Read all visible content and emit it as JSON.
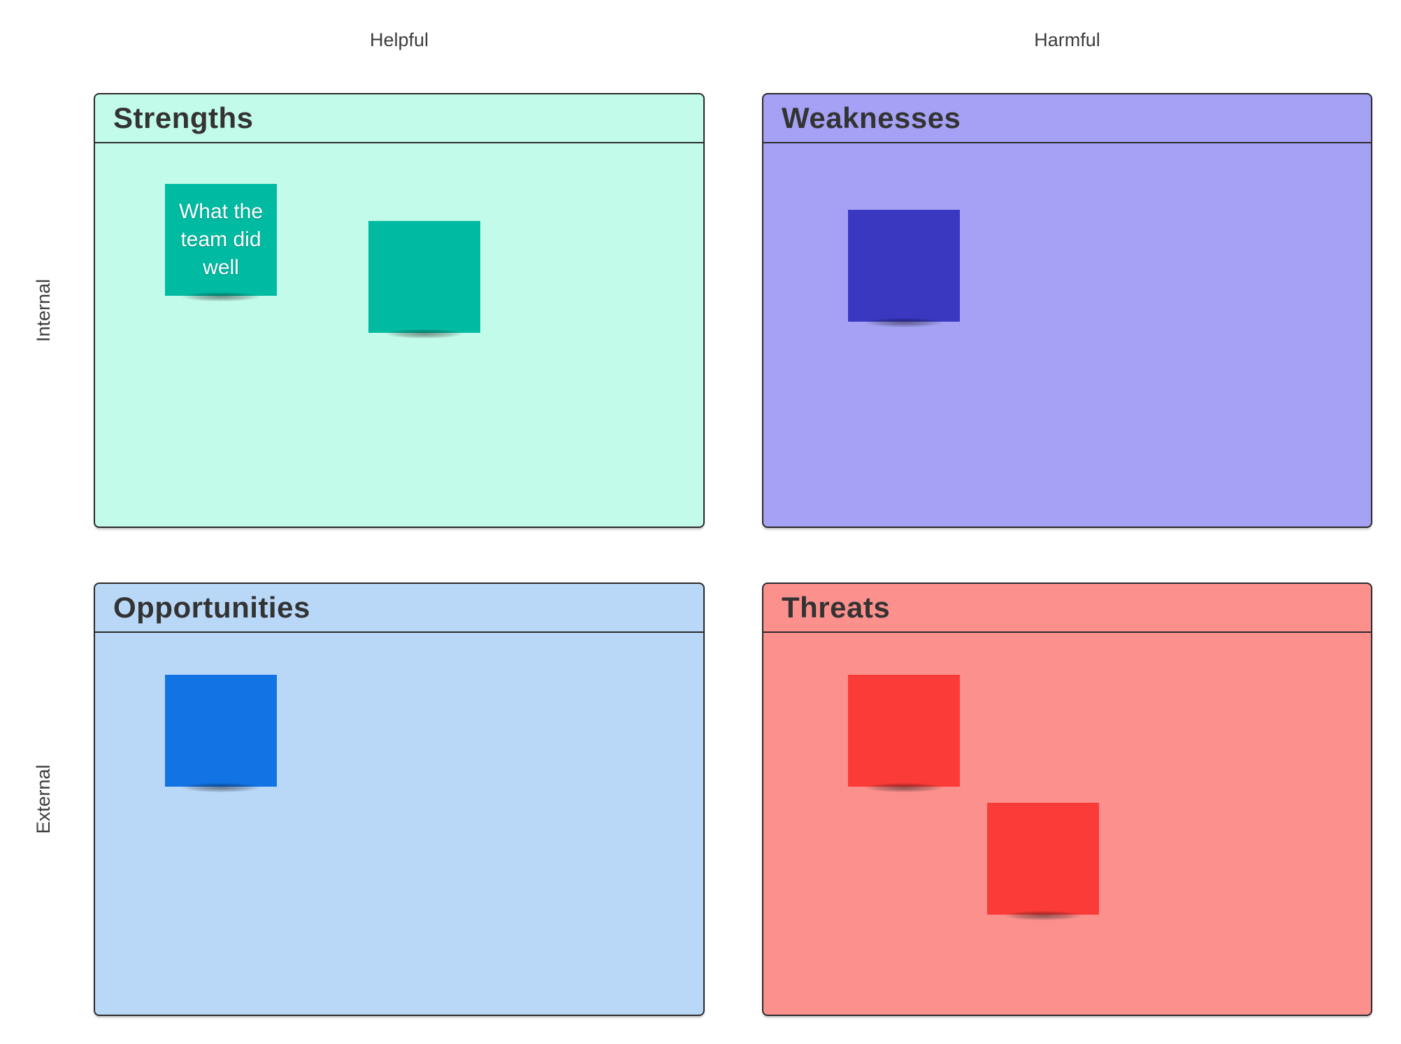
{
  "diagram": {
    "type": "swot-matrix",
    "axis_labels": {
      "helpful": "Helpful",
      "harmful": "Harmful",
      "internal": "Internal",
      "external": "External"
    },
    "quadrants": [
      {
        "key": "strengths",
        "title": "Strengths",
        "fill": "#c3fbea",
        "note_color": "#00bba2"
      },
      {
        "key": "weaknesses",
        "title": "Weaknesses",
        "fill": "#a5a2f6",
        "note_color": "#3a37c1"
      },
      {
        "key": "opportunities",
        "title": "Opportunities",
        "fill": "#b9d7f7",
        "note_color": "#1273e4"
      },
      {
        "key": "threats",
        "title": "Threats",
        "fill": "#fc908d",
        "note_color": "#fb3b38"
      }
    ],
    "notes": [
      {
        "quadrant": "strengths",
        "text": "What the team did well",
        "color": "#00bba2"
      },
      {
        "quadrant": "strengths",
        "text": "",
        "color": "#00bba2"
      },
      {
        "quadrant": "weaknesses",
        "text": "",
        "color": "#3a37c1"
      },
      {
        "quadrant": "opportunities",
        "text": "",
        "color": "#1273e4"
      },
      {
        "quadrant": "threats",
        "text": "",
        "color": "#fb3b38"
      },
      {
        "quadrant": "threats",
        "text": "",
        "color": "#fb3b38"
      }
    ],
    "text_colors": {
      "title": "#333333",
      "axis": "#3d3d3d",
      "note_text": "#ffffff",
      "border": "#2b2b2b"
    }
  }
}
